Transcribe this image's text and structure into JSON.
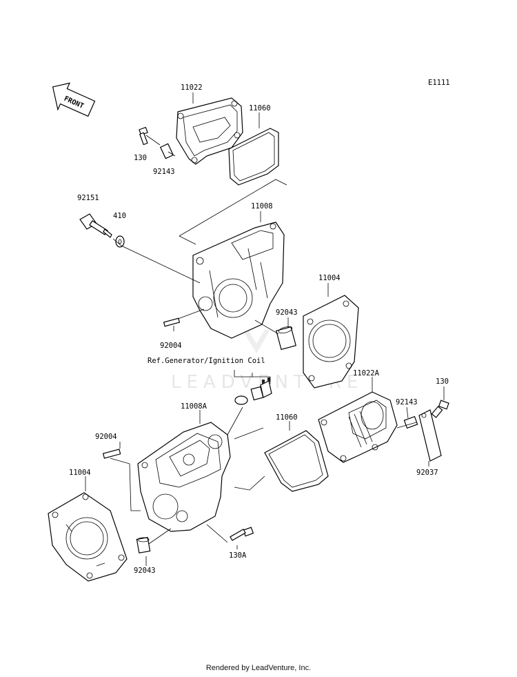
{
  "diagram_code": "E1111",
  "front_arrow": "FRONT",
  "watermark": "LEADVENTURE",
  "reference_note": "Ref.Generator/Ignition Coil",
  "footer": "Rendered by LeadVenture, Inc.",
  "labels": {
    "p11022": "11022",
    "p11060_top": "11060",
    "p130_top": "130",
    "p92143_top": "92143",
    "p92151": "92151",
    "p410": "410",
    "p11008": "11008",
    "p11004_right": "11004",
    "p92043_mid": "92043",
    "p92004_mid": "92004",
    "p11022A": "11022A",
    "p130_right": "130",
    "p92143_right": "92143",
    "p92037": "92037",
    "p11060_mid": "11060",
    "p11008A": "11008A",
    "p92004_left": "92004",
    "p11004_left": "11004",
    "p130A": "130A",
    "p92043_bot": "92043"
  }
}
